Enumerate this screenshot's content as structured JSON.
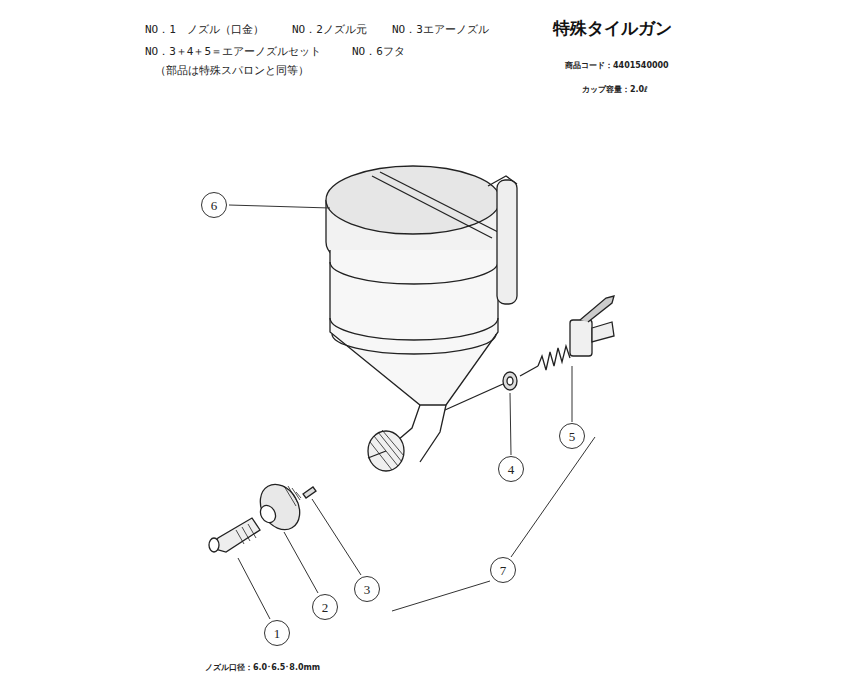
{
  "diagram": {
    "title": "特殊タイルガン",
    "nodes": [
      {
        "text": [
          "6"
        ]
      },
      {
        "text": [
          "5"
        ]
      },
      {
        "text": [
          "4"
        ]
      },
      {
        "text": [
          "7"
        ]
      },
      {
        "text": [
          "3"
        ]
      },
      {
        "text": [
          "2"
        ]
      },
      {
        "text": [
          "1"
        ]
      }
    ],
    "labels": [
      "NO．1　ノズル（口金）",
      "NO．2ノズル元",
      "NO．3エアーノズル",
      "NO．3＋4＋5＝エアーノズルセット",
      "NO．6フタ",
      "（部品は特殊スパロンと同等）",
      "商品コード：4401540000",
      "カップ容量：2.0ℓ",
      "ノズル口径：6.0･6.5･8.0mm"
    ]
  }
}
